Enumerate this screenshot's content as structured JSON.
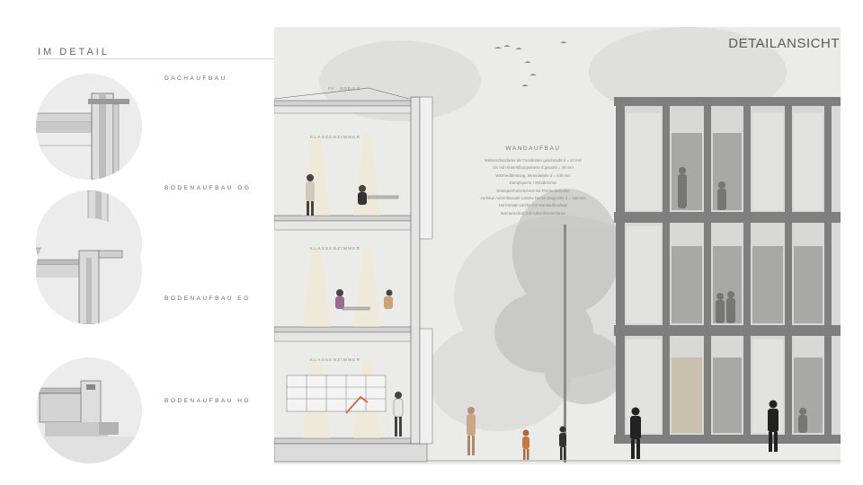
{
  "left": {
    "title": "IM DETAIL",
    "details": [
      {
        "label": "DACHAUFBAU"
      },
      {
        "label": "BODENAUFBAU OG"
      },
      {
        "label": "BODENAUFBAU EG"
      },
      {
        "label": "BODENAUFBAU HG"
      }
    ]
  },
  "main": {
    "title": "DETAILANSICHT",
    "section": {
      "roof_label": "PV - MODULE",
      "rooms": [
        "KLASSENZIMMER",
        "KLASSENZIMMER",
        "KLASSENZIMMER"
      ]
    },
    "wall": {
      "title": "WANDAUFBAU",
      "layers": [
        "Wetterschutzfarbe als Fassbretter geschraubt d = 24 mm",
        "UK mit Hinterlüftungsebene d gesamt = 40 mm",
        "Wärmedämmung, Mineralwolle d = 240 mm",
        "Dampfsperre / Windbremse",
        "Brettsperrholzelement mit Flächenkalzelite",
        "Vorhaus Außenfassade Lasche Decke Diagonale d = 150 mm",
        "Horizontale Lärche mit Wandaufbaulage",
        "Sonnenschutz mit Außenfensterbänke"
      ]
    }
  },
  "colors": {
    "panel": "#ebebea",
    "structure": "#7f7f7f",
    "window_dark": "#6a6a6a"
  }
}
